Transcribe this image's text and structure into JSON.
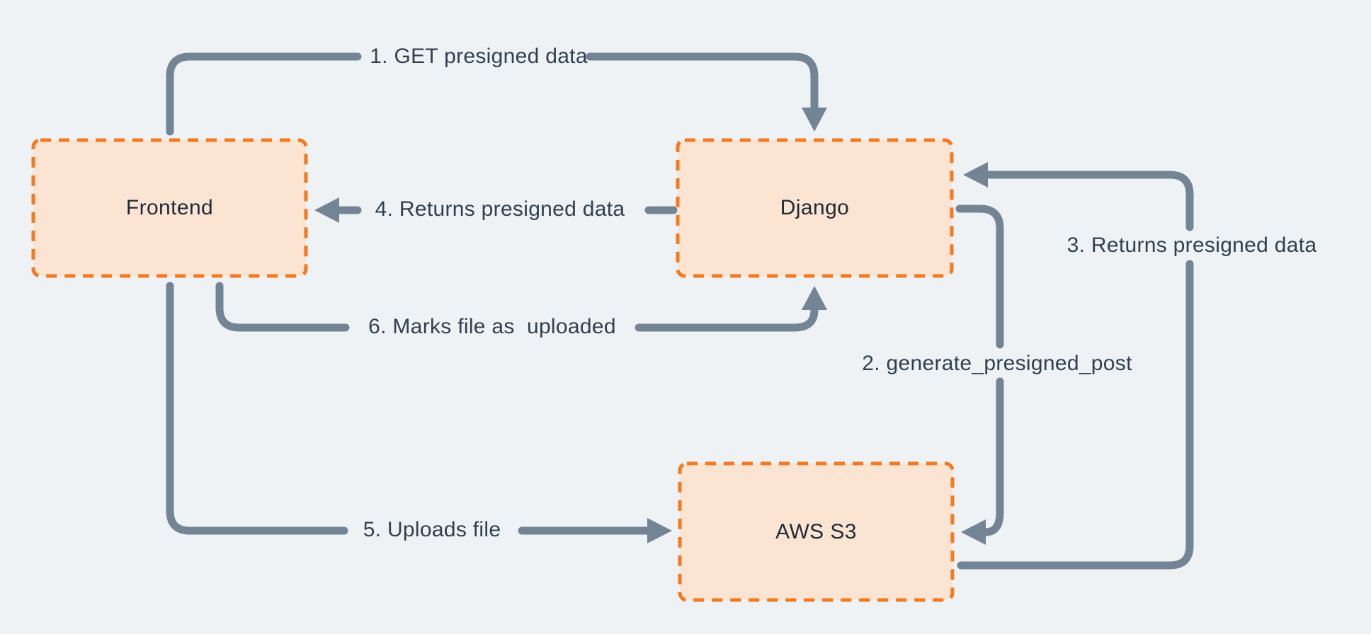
{
  "diagram": {
    "description": "Presigned upload flow between Frontend, Django and AWS S3",
    "nodes": [
      {
        "id": "frontend",
        "label": "Frontend"
      },
      {
        "id": "django",
        "label": "Django"
      },
      {
        "id": "aws-s3",
        "label": "AWS S3"
      }
    ],
    "edges": [
      {
        "step": 1,
        "from": "Frontend",
        "to": "Django",
        "label": "1. GET presigned data"
      },
      {
        "step": 2,
        "from": "Django",
        "to": "AWS S3",
        "label": "2. generate_presigned_post"
      },
      {
        "step": 3,
        "from": "AWS S3",
        "to": "Django",
        "label": "3. Returns presigned data"
      },
      {
        "step": 4,
        "from": "Django",
        "to": "Frontend",
        "label": "4. Returns presigned data"
      },
      {
        "step": 5,
        "from": "Frontend",
        "to": "AWS S3",
        "label": "5. Uploads file"
      },
      {
        "step": 6,
        "from": "Frontend",
        "to": "Django",
        "label": "6. Marks file as  uploaded"
      }
    ],
    "colors": {
      "background": "#EEF2F5",
      "node_fill": "#FCE4D2",
      "node_border": "#F4791F",
      "node_text": "#1E2B38",
      "arrow": "#738594",
      "edge_label_text": "#2F4150"
    }
  }
}
